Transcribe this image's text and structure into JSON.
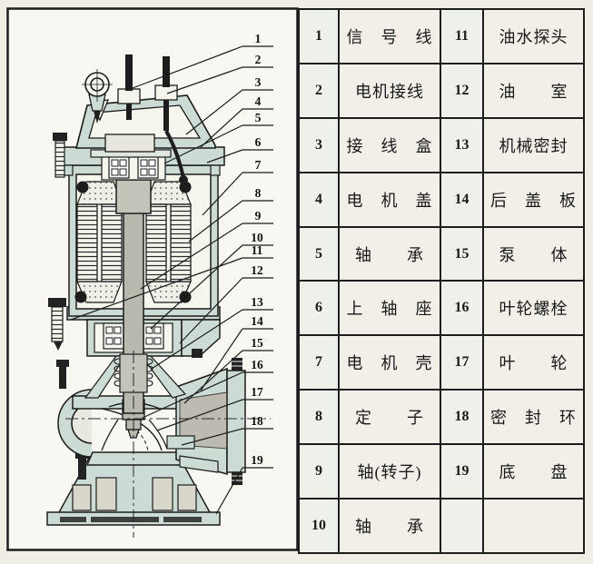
{
  "figure": {
    "description_type": "submersible-pump-cross-section-with-parts-list"
  },
  "table": {
    "rows": [
      {
        "no_left": "1",
        "name_left": "信 号 线",
        "no_right": "11",
        "name_right": "油水探头"
      },
      {
        "no_left": "2",
        "name_left": "电机接线",
        "no_right": "12",
        "name_right": "油  室"
      },
      {
        "no_left": "3",
        "name_left": "接 线 盒",
        "no_right": "13",
        "name_right": "机械密封"
      },
      {
        "no_left": "4",
        "name_left": "电 机 盖",
        "no_right": "14",
        "name_right": "后 盖 板"
      },
      {
        "no_left": "5",
        "name_left": "轴  承",
        "no_right": "15",
        "name_right": "泵  体"
      },
      {
        "no_left": "6",
        "name_left": "上 轴 座",
        "no_right": "16",
        "name_right": "叶轮螺栓"
      },
      {
        "no_left": "7",
        "name_left": "电 机 壳",
        "no_right": "17",
        "name_right": "叶  轮"
      },
      {
        "no_left": "8",
        "name_left": "定  子",
        "no_right": "18",
        "name_right": "密 封 环"
      },
      {
        "no_left": "9",
        "name_left": "轴(转子)",
        "no_right": "19",
        "name_right": "底  盘"
      },
      {
        "no_left": "10",
        "name_left": "轴  承",
        "no_right": "",
        "name_right": ""
      }
    ]
  },
  "diagram": {
    "callouts": [
      {
        "label": "1"
      },
      {
        "label": "2"
      },
      {
        "label": "3"
      },
      {
        "label": "4"
      },
      {
        "label": "5"
      },
      {
        "label": "6"
      },
      {
        "label": "7"
      },
      {
        "label": "8"
      },
      {
        "label": "9"
      },
      {
        "label": "10"
      },
      {
        "label": "11"
      },
      {
        "label": "12"
      },
      {
        "label": "13"
      },
      {
        "label": "14"
      },
      {
        "label": "15"
      },
      {
        "label": "16"
      },
      {
        "label": "17"
      },
      {
        "label": "18"
      },
      {
        "label": "19"
      }
    ]
  },
  "colors": {
    "section_fill": "#ccdcd5",
    "paper": "#f1efe7",
    "frame_line": "#1c1c1c",
    "shaft_gray": "#b8b8af"
  }
}
